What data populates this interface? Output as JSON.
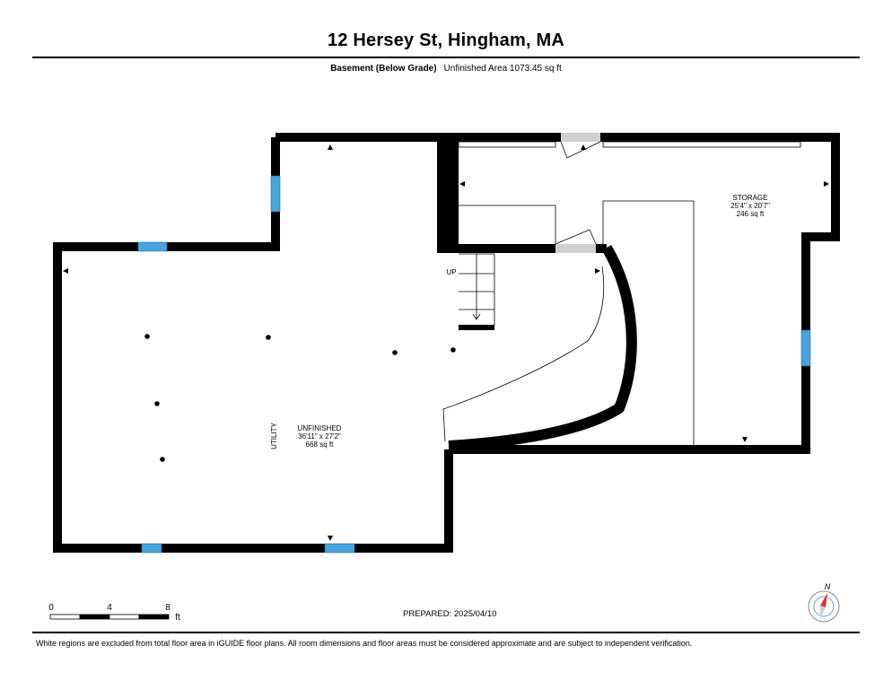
{
  "header": {
    "title": "12 Hersey St, Hingham, MA",
    "floor_label": "Basement (Below Grade)",
    "area_summary": "Unfinished Area 1073.45 sq ft"
  },
  "rooms": {
    "unfinished": {
      "name": "UNFINISHED",
      "dims": "36'11\" x 27'2\"",
      "area": "668 sq ft"
    },
    "storage": {
      "name": "STORAGE",
      "dims": "25'4\" x 20'7\"",
      "area": "246 sq ft"
    },
    "utility_label": "UTILITY",
    "stairs_label": "UP"
  },
  "scale_bar": {
    "ticks": [
      "0",
      "4",
      "8"
    ],
    "unit": "ft"
  },
  "compass": {
    "label": "N",
    "needle_color": "#e5322d",
    "accent_color": "#3a8fd6"
  },
  "prepared": "PREPARED: 2025/04/10",
  "footer": "White regions are excluded from total floor area in iGUIDE floor plans. All room dimensions and floor areas must be considered approximate and are subject to independent verification.",
  "colors": {
    "wall": "#000000",
    "window": "#4aa3dc",
    "door": "#cfcfcf"
  }
}
